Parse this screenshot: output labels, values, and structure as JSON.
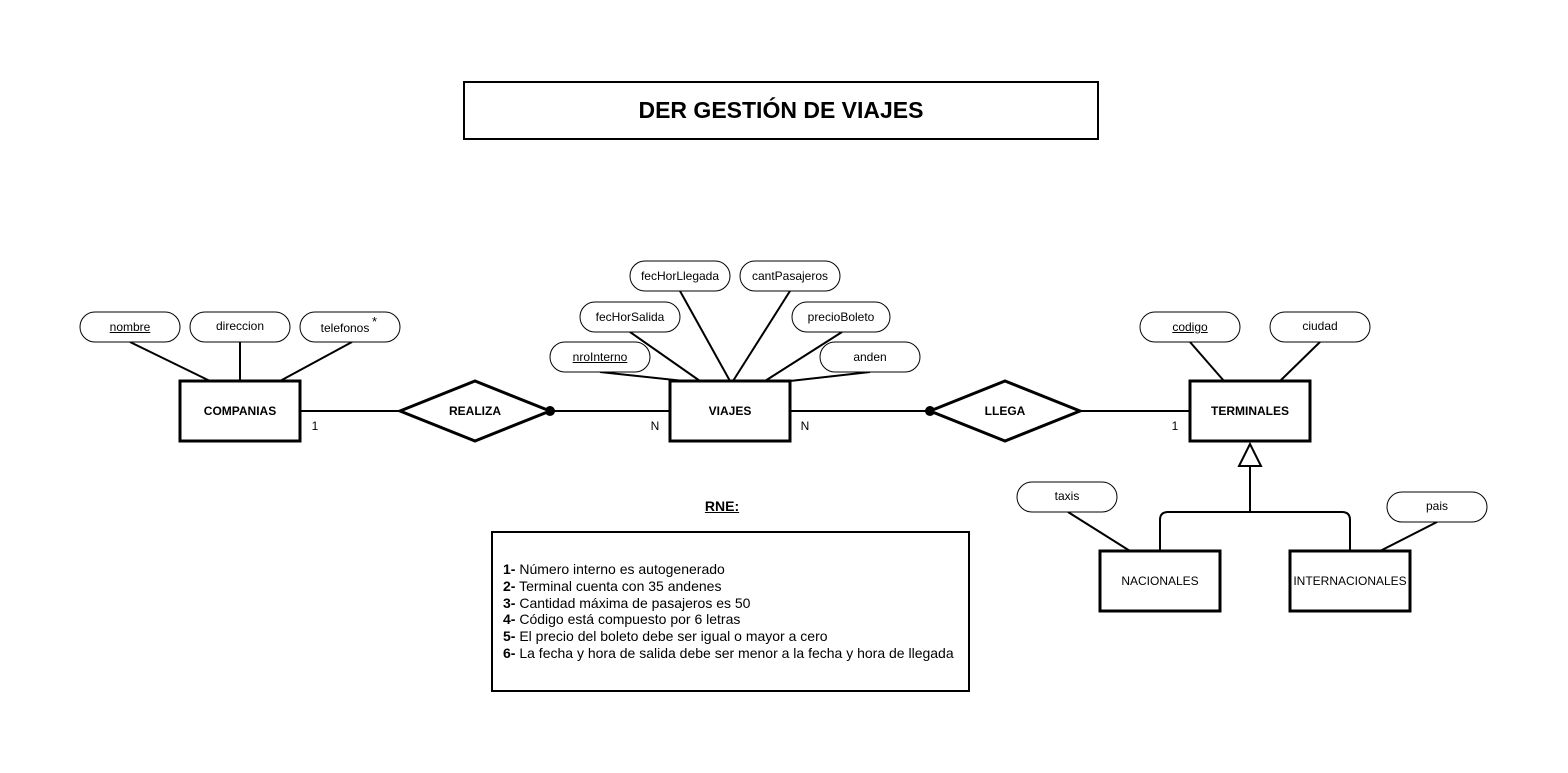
{
  "title": "DER GESTIÓN DE VIAJES",
  "entities": {
    "companias": "COMPANIAS",
    "viajes": "VIAJES",
    "terminales": "TERMINALES",
    "nacionales": "NACIONALES",
    "internacionales": "INTERNACIONALES"
  },
  "relationships": {
    "realiza": "REALIZA",
    "llega": "LLEGA"
  },
  "attributes": {
    "companias": {
      "nombre": "nombre",
      "direccion": "direccion",
      "telefonos": "telefonos",
      "telefonos_mark": "*"
    },
    "viajes": {
      "nroInterno": "nroInterno",
      "fecHorSalida": "fecHorSalida",
      "fecHorLlegada": "fecHorLlegada",
      "cantPasajeros": "cantPasajeros",
      "precioBoleto": "precioBoleto",
      "anden": "anden"
    },
    "terminales": {
      "codigo": "codigo",
      "ciudad": "ciudad"
    },
    "nacionales": {
      "taxis": "taxis"
    },
    "internacionales": {
      "pais": "pais"
    }
  },
  "cardinalities": {
    "companias_realiza": "1",
    "realiza_viajes": "N",
    "viajes_llega": "N",
    "llega_terminales": "1"
  },
  "rne": {
    "heading": "RNE:",
    "rules": [
      {
        "num": "1-",
        "text": " Número interno es autogenerado"
      },
      {
        "num": "2-",
        "text": " Terminal cuenta con 35 andenes"
      },
      {
        "num": "3-",
        "text": " Cantidad máxima de pasajeros es 50"
      },
      {
        "num": "4-",
        "text": " Código está compuesto por 6 letras"
      },
      {
        "num": "5-",
        "text": " El precio del boleto debe ser igual o mayor a cero"
      },
      {
        "num": "6-",
        "text": " La fecha y hora de salida debe ser menor a la fecha y hora de llegada"
      }
    ]
  }
}
